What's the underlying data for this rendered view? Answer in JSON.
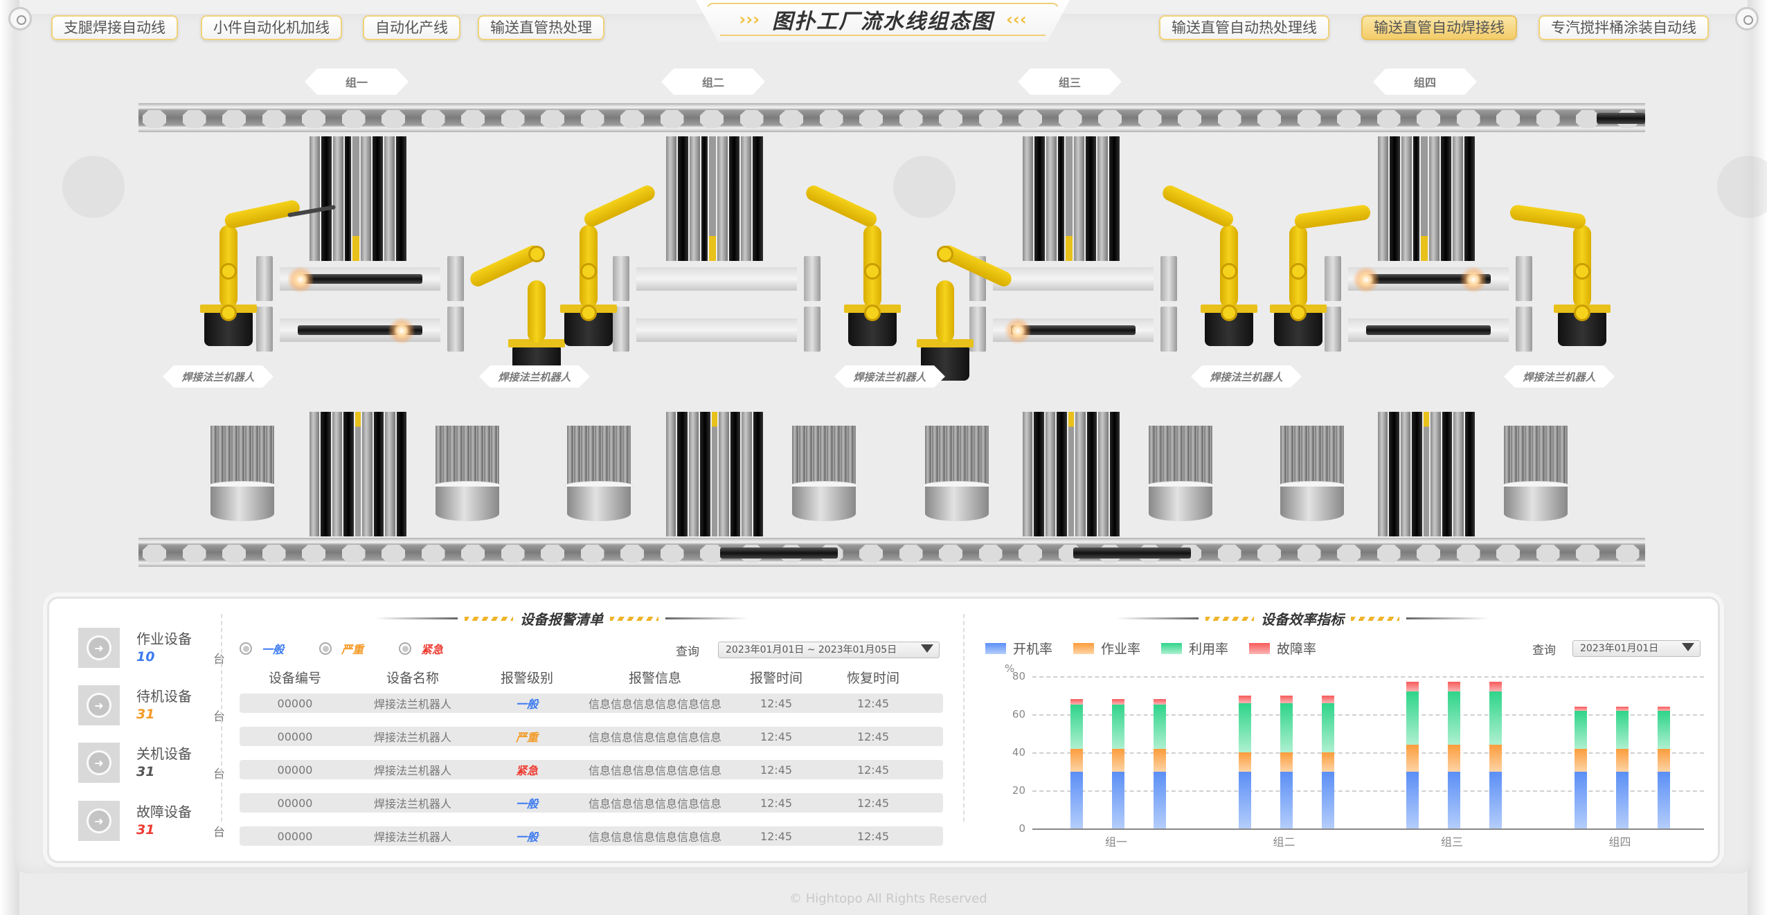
{
  "header": {
    "title": "图扑工厂流水线组态图",
    "nav_left": [
      "支腿焊接自动线",
      "小件自动化机加线",
      "自动化产线",
      "输送直管热处理"
    ],
    "nav_right": [
      "输送直管自动热处理线",
      "输送直管自动焊接线",
      "专汽搅拌桶涂装自动线"
    ],
    "active_nav": "输送直管自动焊接线"
  },
  "scene": {
    "groups": [
      "组一",
      "组二",
      "组三",
      "组四"
    ],
    "robot_label": "焊接法兰机器人",
    "robot_tags_count": 5
  },
  "device_stats": [
    {
      "label": "作业设备",
      "value": "10",
      "unit": "台",
      "color": "#3d7bf0"
    },
    {
      "label": "待机设备",
      "value": "31",
      "unit": "台",
      "color": "#f39a27"
    },
    {
      "label": "关机设备",
      "value": "31",
      "unit": "台",
      "color": "#555555"
    },
    {
      "label": "故障设备",
      "value": "31",
      "unit": "台",
      "color": "#ee3b32"
    }
  ],
  "alarm_list": {
    "title": "设备报警清单",
    "filters": [
      {
        "label": "一般",
        "color": "#3d7bf0"
      },
      {
        "label": "严重",
        "color": "#f39a27"
      },
      {
        "label": "紧急",
        "color": "#ee3b32"
      }
    ],
    "query_label": "查询",
    "date_range": "2023年01月01日 ~ 2023年01月05日",
    "columns": [
      "设备编号",
      "设备名称",
      "报警级别",
      "报警信息",
      "报警时间",
      "恢复时间"
    ],
    "rows": [
      {
        "id": "00000",
        "name": "焊接法兰机器人",
        "level": "一般",
        "level_color": "#3d7bf0",
        "info": "信息信息信息信息信息信息",
        "alarm_time": "12:45",
        "recover_time": "12:45"
      },
      {
        "id": "00000",
        "name": "焊接法兰机器人",
        "level": "严重",
        "level_color": "#f39a27",
        "info": "信息信息信息信息信息信息",
        "alarm_time": "12:45",
        "recover_time": "12:45"
      },
      {
        "id": "00000",
        "name": "焊接法兰机器人",
        "level": "紧急",
        "level_color": "#ee3b32",
        "info": "信息信息信息信息信息信息",
        "alarm_time": "12:45",
        "recover_time": "12:45"
      },
      {
        "id": "00000",
        "name": "焊接法兰机器人",
        "level": "一般",
        "level_color": "#3d7bf0",
        "info": "信息信息信息信息信息信息",
        "alarm_time": "12:45",
        "recover_time": "12:45"
      },
      {
        "id": "00000",
        "name": "焊接法兰机器人",
        "level": "一般",
        "level_color": "#3d7bf0",
        "info": "信息信息信息信息信息信息",
        "alarm_time": "12:45",
        "recover_time": "12:45"
      }
    ]
  },
  "efficiency": {
    "title": "设备效率指标",
    "query_label": "查询",
    "date": "2023年01月01日"
  },
  "chart_data": {
    "type": "bar",
    "stacked": true,
    "title": "设备效率指标",
    "ylabel": "%",
    "ylim": [
      0,
      80
    ],
    "yticks": [
      0,
      20,
      40,
      60,
      80
    ],
    "grid": true,
    "legend_position": "top-left",
    "categories": [
      "组一",
      "组二",
      "组三",
      "组四"
    ],
    "bars_per_category": 3,
    "series": [
      {
        "name": "开机率",
        "color": "#6ea0f7",
        "values": [
          30,
          30,
          30,
          30
        ]
      },
      {
        "name": "作业率",
        "color": "#fbab55",
        "values": [
          12,
          10,
          14,
          12
        ]
      },
      {
        "name": "利用率",
        "color": "#3fd897",
        "values": [
          23,
          26,
          28,
          20
        ]
      },
      {
        "name": "故障率",
        "color": "#f76d6d",
        "values": [
          3,
          4,
          5,
          2
        ]
      }
    ]
  },
  "footer": {
    "copyright": "© Hightopo All Rights Reserved"
  }
}
